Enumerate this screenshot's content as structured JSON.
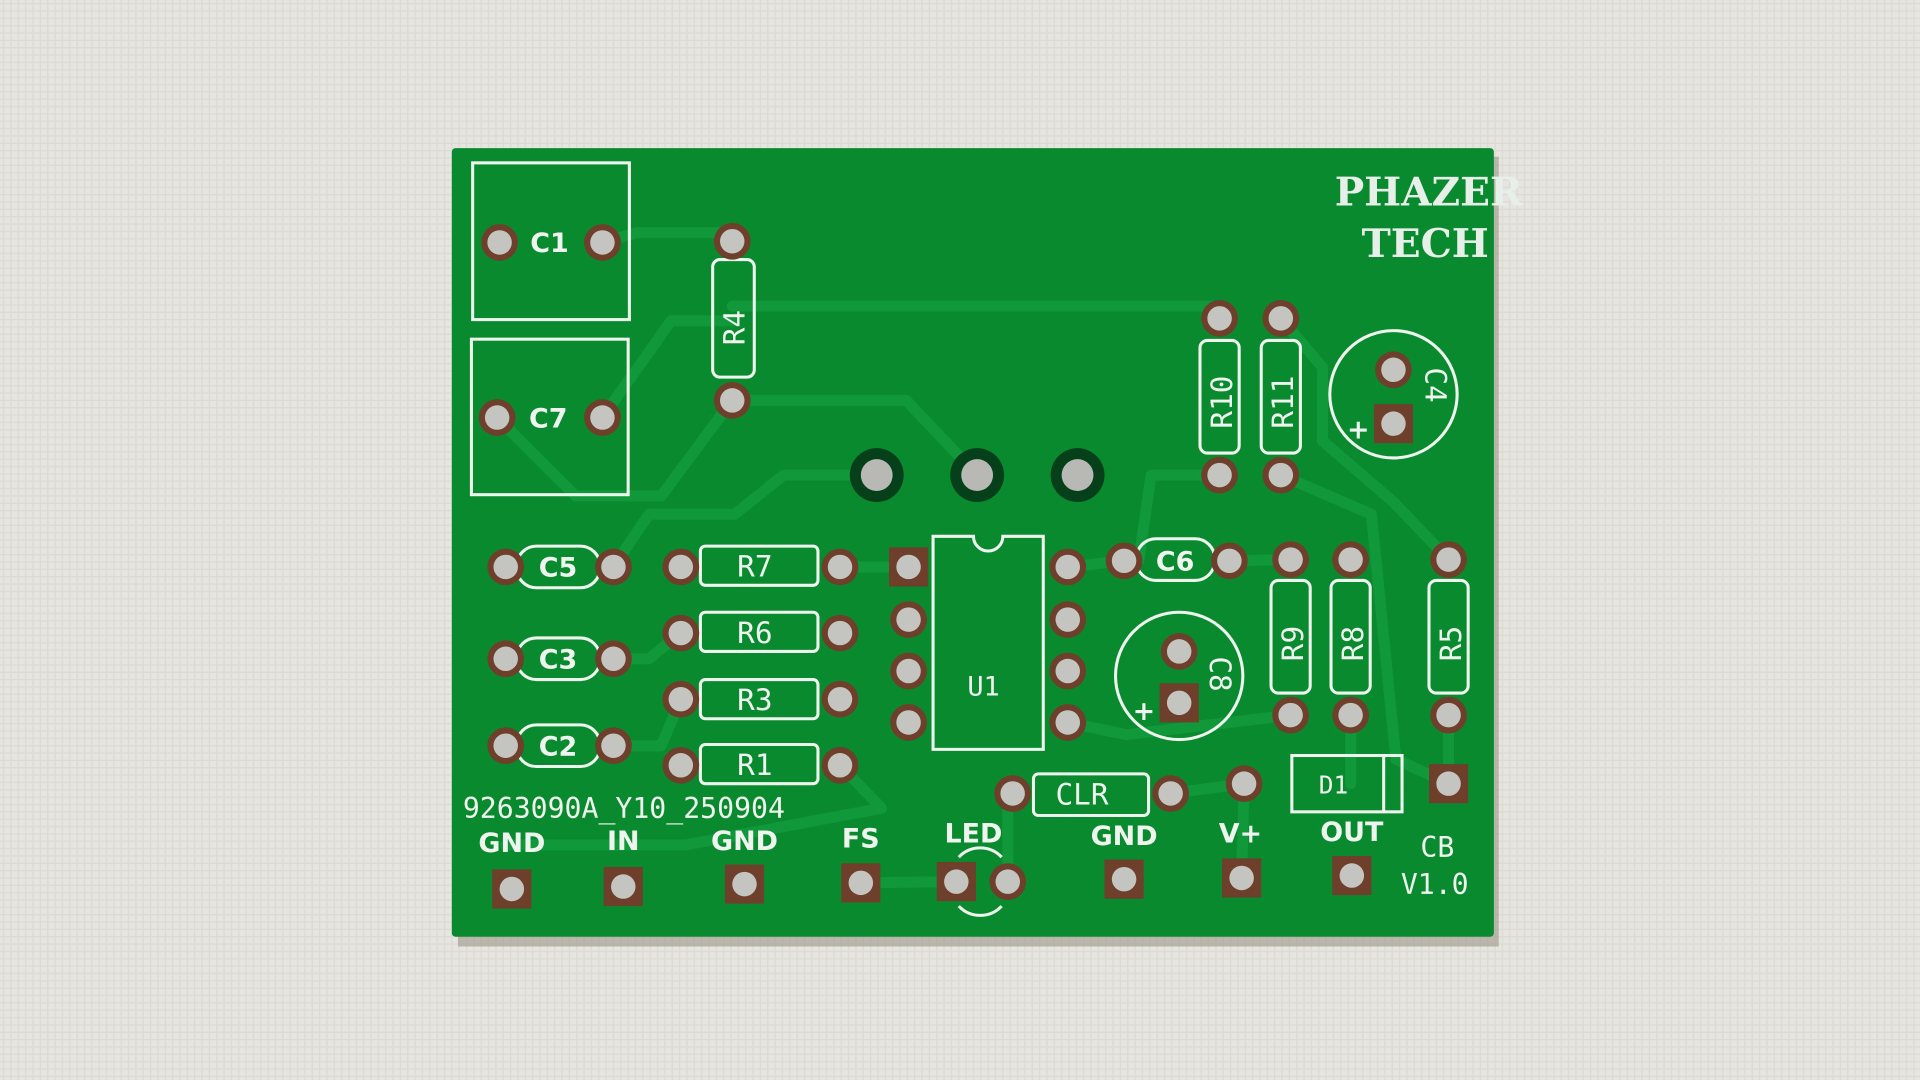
{
  "board": {
    "logo_line1": "PHAZER",
    "logo_line2": "TECH",
    "serial": "9263090A_Y10_250904",
    "revision_line1": "CB",
    "revision_line2": "V1.0",
    "components": {
      "c1": "C1",
      "c7": "C7",
      "r4": "R4",
      "r10": "R10",
      "r11": "R11",
      "c4": "C4",
      "c5": "C5",
      "c3": "C3",
      "c2": "C2",
      "r7": "R7",
      "r6": "R6",
      "r3": "R3",
      "r1": "R1",
      "u1": "U1",
      "c6": "C6",
      "c8": "C8",
      "r9": "R9",
      "r8": "R8",
      "r5": "R5",
      "clr": "CLR",
      "d1": "D1"
    },
    "pads": [
      "GND",
      "IN",
      "GND",
      "FS",
      "LED",
      "GND",
      "V+",
      "OUT"
    ],
    "polarity_mark": "+",
    "colors": {
      "board": "#0a8a2f",
      "trace": "#10983a",
      "silkscreen": "#eef5ee",
      "copper": "#6e3f2a",
      "background": "#e6e4de"
    }
  }
}
